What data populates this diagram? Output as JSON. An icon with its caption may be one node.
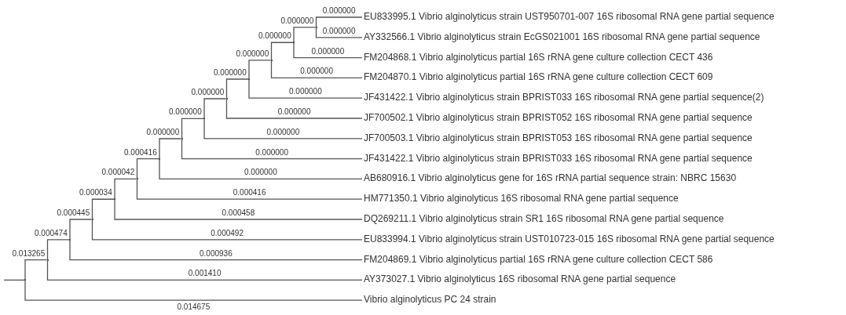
{
  "diagram": {
    "nodes": [
      {
        "text": [
          "EU833995.1 Vibrio alginolyticus strain UST950701-007 16S ribosomal RNA gene partial sequence"
        ]
      },
      {
        "text": [
          "AY332566.1 Vibrio alginolyticus strain EcGS021001 16S ribosomal RNA gene partial sequence"
        ]
      },
      {
        "text": [
          "FM204868.1 Vibrio alginolyticus partial 16S rRNA gene culture collection CECT 436"
        ]
      },
      {
        "text": [
          "FM204870.1 Vibrio alginolyticus partial 16S rRNA gene culture collection CECT 609"
        ]
      },
      {
        "text": [
          "JF431422.1 Vibrio alginolyticus strain BPRIST033 16S ribosomal RNA gene partial sequence(2)"
        ]
      },
      {
        "text": [
          "JF700502.1 Vibrio alginolyticus strain BPRIST052 16S ribosomal RNA gene partial sequence"
        ]
      },
      {
        "text": [
          "JF700503.1 Vibrio alginolyticus strain BPRIST053 16S ribosomal RNA gene partial sequence"
        ]
      },
      {
        "text": [
          "JF431422.1 Vibrio alginolyticus strain BPRIST033 16S ribosomal RNA gene partial sequence"
        ]
      },
      {
        "text": [
          "AB680916.1 Vibrio alginolyticus gene for 16S rRNA partial sequence strain: NBRC 15630"
        ]
      },
      {
        "text": [
          "HM771350.1 Vibrio alginolyticus 16S ribosomal RNA gene partial sequence"
        ]
      },
      {
        "text": [
          "DQ269211.1 Vibrio alginolyticus strain SR1 16S ribosomal RNA gene partial sequence"
        ]
      },
      {
        "text": [
          "EU833994.1 Vibrio alginolyticus strain UST010723-015 16S ribosomal RNA gene partial sequence"
        ]
      },
      {
        "text": [
          "FM204869.1 Vibrio alginolyticus partial 16S rRNA gene culture collection CECT 586"
        ]
      },
      {
        "text": [
          "AY373027.1 Vibrio alginolyticus 16S ribosomal RNA gene partial sequence"
        ]
      },
      {
        "text": [
          "Vibrio alginolyticus PC 24 strain"
        ]
      },
      {
        "text": [],
        "shape": "point"
      },
      {
        "text": [],
        "shape": "point"
      },
      {
        "text": [],
        "shape": "point"
      },
      {
        "text": [],
        "shape": "point"
      },
      {
        "text": [],
        "shape": "point"
      },
      {
        "text": [],
        "shape": "point"
      },
      {
        "text": [],
        "shape": "point"
      },
      {
        "text": [],
        "shape": "point"
      },
      {
        "text": [],
        "shape": "point"
      },
      {
        "text": [],
        "shape": "point"
      },
      {
        "text": [],
        "shape": "point"
      },
      {
        "text": [],
        "shape": "point"
      },
      {
        "text": [],
        "shape": "point"
      },
      {
        "text": [],
        "shape": "point"
      }
    ],
    "edges": [
      {
        "from": null,
        "to": 15,
        "arrow": "none"
      },
      {
        "from": 15,
        "to": 16,
        "arrow": "none",
        "label": "0.013265"
      },
      {
        "from": 15,
        "to": 14,
        "arrow": "none",
        "label": "0.014675"
      },
      {
        "from": 16,
        "to": 17,
        "arrow": "none",
        "label": "0.000474"
      },
      {
        "from": 16,
        "to": 13,
        "arrow": "none",
        "label": "0.001410"
      },
      {
        "from": 17,
        "to": 18,
        "arrow": "none",
        "label": "0.000445"
      },
      {
        "from": 17,
        "to": 12,
        "arrow": "none",
        "label": "0.000936"
      },
      {
        "from": 18,
        "to": 19,
        "arrow": "none",
        "label": "0.000034"
      },
      {
        "from": 18,
        "to": 11,
        "arrow": "none",
        "label": "0.000492"
      },
      {
        "from": 19,
        "to": 20,
        "arrow": "none",
        "label": "0.000042"
      },
      {
        "from": 19,
        "to": 10,
        "arrow": "none",
        "label": "0.000458"
      },
      {
        "from": 20,
        "to": 21,
        "arrow": "none",
        "label": "0.000416"
      },
      {
        "from": 20,
        "to": 9,
        "arrow": "none",
        "label": "0.000416"
      },
      {
        "from": 21,
        "to": 22,
        "arrow": "none",
        "label": "0.000000"
      },
      {
        "from": 21,
        "to": 8,
        "arrow": "none",
        "label": "0.000000"
      },
      {
        "from": 22,
        "to": 23,
        "arrow": "none",
        "label": "0.000000"
      },
      {
        "from": 22,
        "to": 7,
        "arrow": "none",
        "label": "0.000000"
      },
      {
        "from": 23,
        "to": 24,
        "arrow": "none",
        "label": "0.000000"
      },
      {
        "from": 23,
        "to": 6,
        "arrow": "none",
        "label": "0.000000"
      },
      {
        "from": 24,
        "to": 25,
        "arrow": "none",
        "label": "0.000000"
      },
      {
        "from": 24,
        "to": 5,
        "arrow": "none",
        "label": "0.000000"
      },
      {
        "from": 25,
        "to": 26,
        "arrow": "none",
        "label": "0.000000"
      },
      {
        "from": 25,
        "to": 4,
        "arrow": "none",
        "label": "0.000000"
      },
      {
        "from": 26,
        "to": 27,
        "arrow": "none",
        "label": "0.000000"
      },
      {
        "from": 26,
        "to": 3,
        "arrow": "none",
        "label": "0.000000"
      },
      {
        "from": 27,
        "to": 28,
        "arrow": "none",
        "label": "0.000000"
      },
      {
        "from": 27,
        "to": 2,
        "arrow": "none",
        "label": "0.000000"
      },
      {
        "from": 28,
        "to": 0,
        "arrow": "none",
        "label": "0.000000"
      },
      {
        "from": 28,
        "to": 1,
        "arrow": "none",
        "label": "0.000000"
      }
    ]
  }
}
